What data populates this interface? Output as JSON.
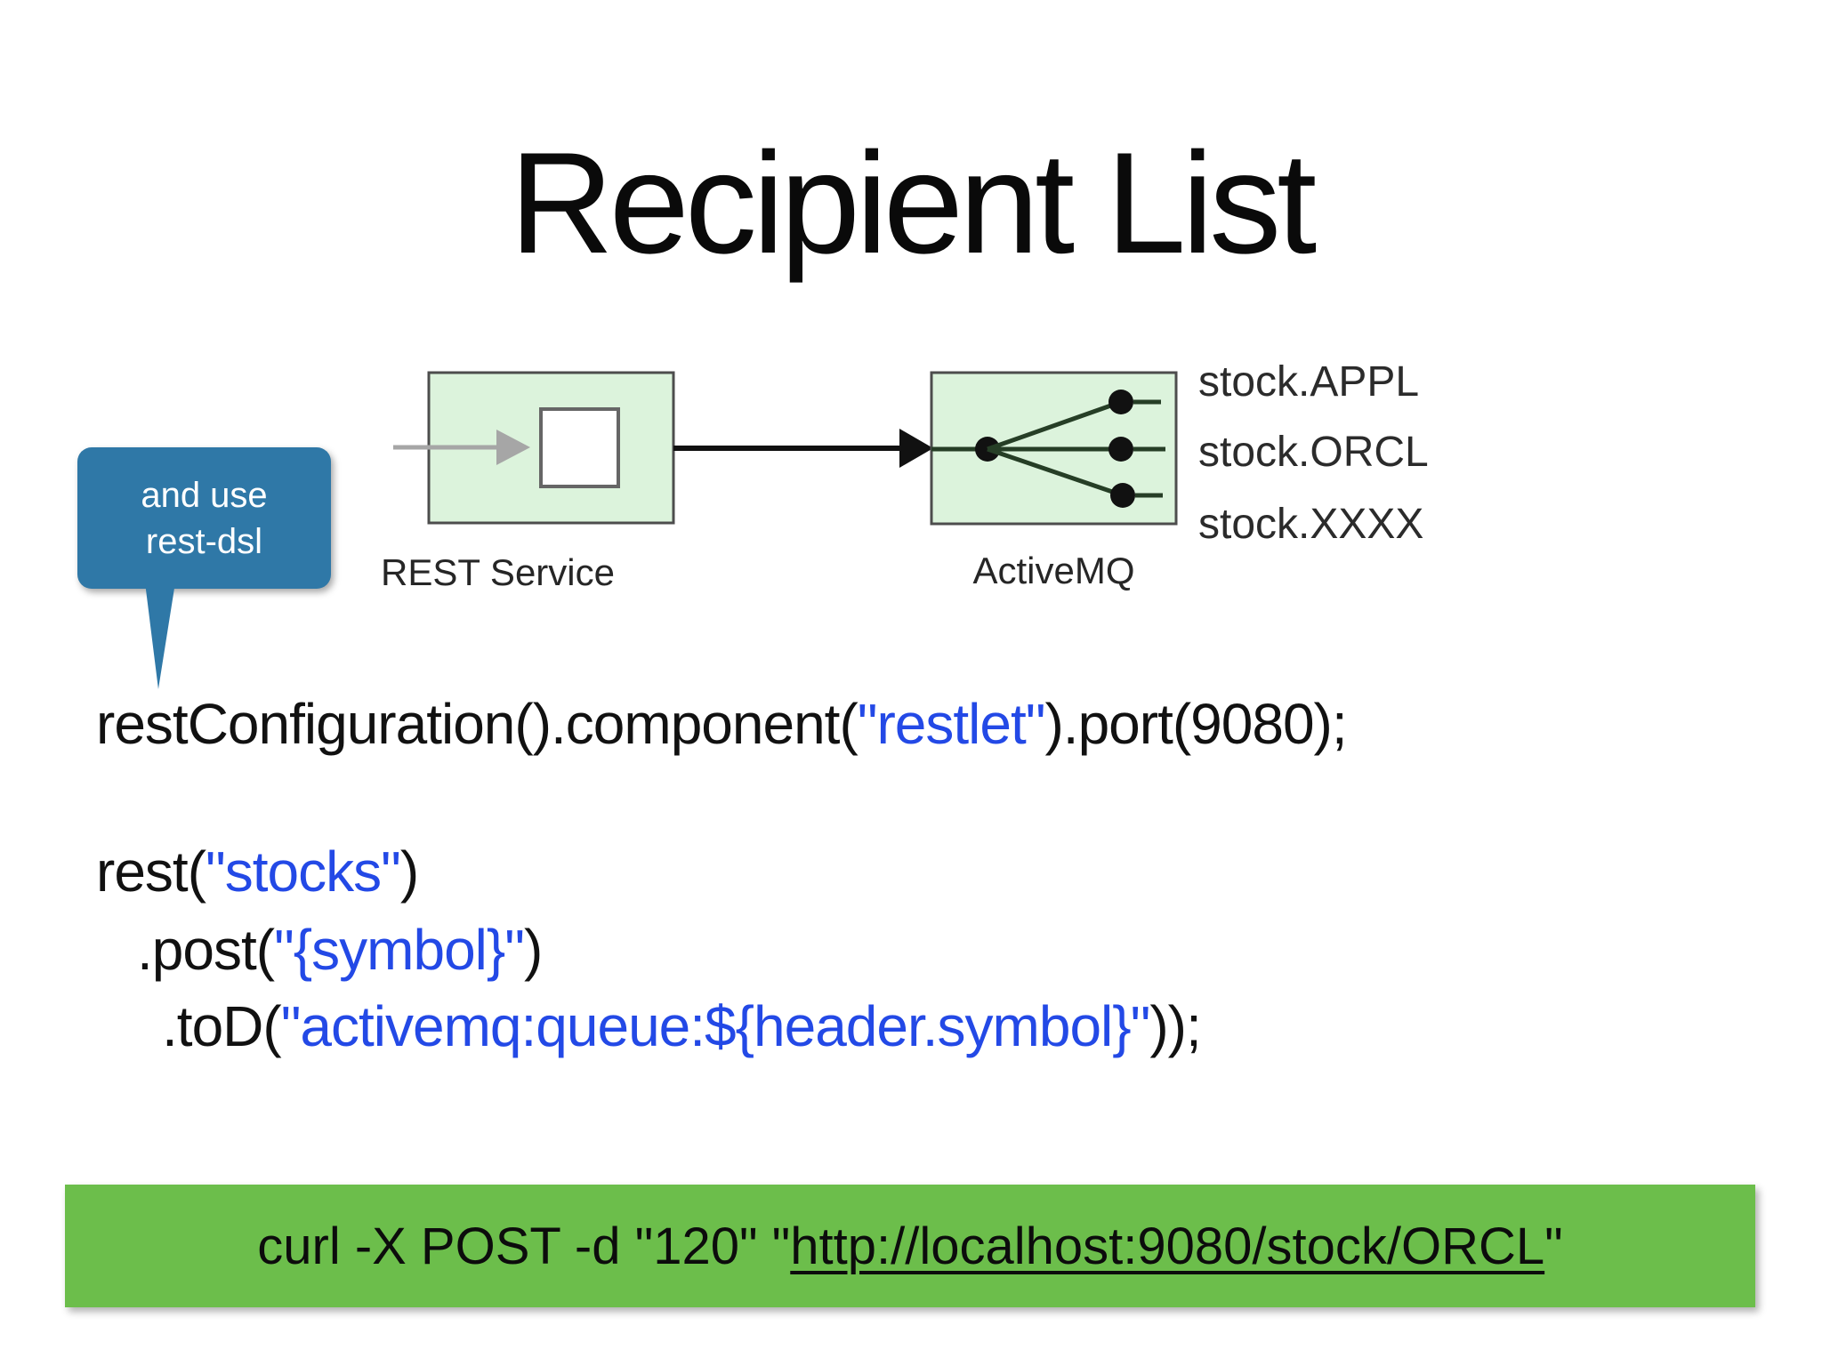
{
  "slide": {
    "title": "Recipient List"
  },
  "diagram": {
    "rest_service": {
      "label": "REST Service"
    },
    "activemq": {
      "label": "ActiveMQ"
    },
    "queue_labels": [
      "stock.APPL",
      "stock.ORCL",
      "stock.XXXX"
    ]
  },
  "callout": {
    "line1": "and use",
    "line2": "rest-dsl"
  },
  "code": {
    "line1": {
      "t0": "restConfiguration().component(",
      "t1": "\"restlet\"",
      "t2": ").port(9080);"
    },
    "line2": {
      "t0": "rest(",
      "t1": "\"stocks\"",
      "t2": ")"
    },
    "line3": {
      "t0": ".post(",
      "t1": "\"{symbol}\"",
      "t2": ")"
    },
    "line4": {
      "t0": ".toD(",
      "t1": "\"activemq:queue:${header.symbol}\"",
      "t2": "));"
    }
  },
  "banner": {
    "t0": "curl -X POST -d \"120\" \"",
    "t1_underlined": "http://localhost:9080/stock/ORCL",
    "t2": "\""
  },
  "colors": {
    "callout_blue": "#2f78a7",
    "code_blue": "#2349e6",
    "banner_green": "#6cbe4b",
    "box_green": "#dcf3dc",
    "box_border": "#4d4d4d",
    "gray_arrow": "#a6a6a6",
    "text_black": "#111111"
  }
}
